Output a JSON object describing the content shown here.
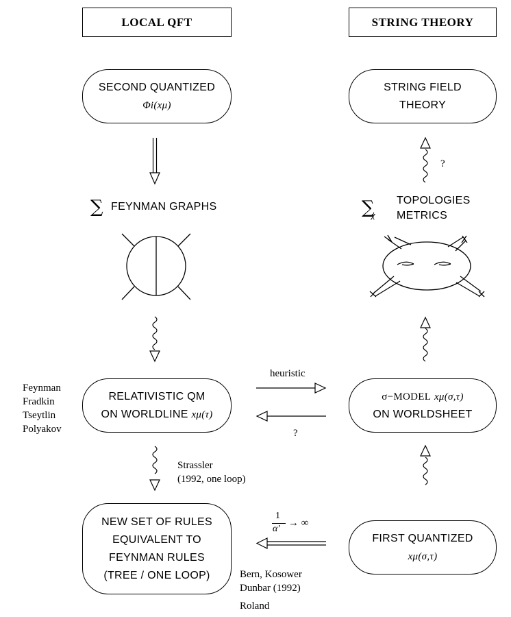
{
  "headers": {
    "left": "LOCAL QFT",
    "right": "STRING THEORY"
  },
  "boxes": {
    "second_quantized": {
      "line1": "SECOND QUANTIZED",
      "math": "Φi(xμ)"
    },
    "string_field": {
      "line1": "STRING FIELD",
      "line2": "THEORY"
    },
    "relativistic_qm": {
      "line1": "RELATIVISTIC QM",
      "line2": "ON WORLDLINE",
      "math": "xμ(τ)"
    },
    "sigma_model": {
      "prefix": "σ−MODEL",
      "math": "xμ(σ,τ)",
      "line2": "ON WORLDSHEET"
    },
    "new_rules": {
      "line1": "NEW SET OF RULES",
      "line2": "EQUIVALENT TO",
      "line3": "FEYNMAN RULES",
      "line4": "(TREE / ONE LOOP)"
    },
    "first_quantized": {
      "line1": "FIRST QUANTIZED",
      "math": "xμ(σ,τ)"
    }
  },
  "labels": {
    "sum_symbol": "∑",
    "feynman_graphs": "FEYNMAN GRAPHS",
    "sum_topologies_symbol": "∑",
    "sum_subscript": "χ",
    "topologies": "TOPOLOGIES",
    "metrics": "METRICS",
    "question_top": "?",
    "heuristic": "heuristic",
    "question_mid": "?",
    "alpha_num": "1",
    "alpha_den": "α′",
    "alpha_limit": "→ ∞",
    "strassler_1": "Strassler",
    "strassler_2": "(1992, one loop)",
    "bern_1": "Bern, Kosower",
    "bern_2": "Dunbar (1992)",
    "roland": "Roland"
  },
  "names_left": [
    "Feynman",
    "Fradkin",
    "Tseytlin",
    "Polyakov"
  ]
}
